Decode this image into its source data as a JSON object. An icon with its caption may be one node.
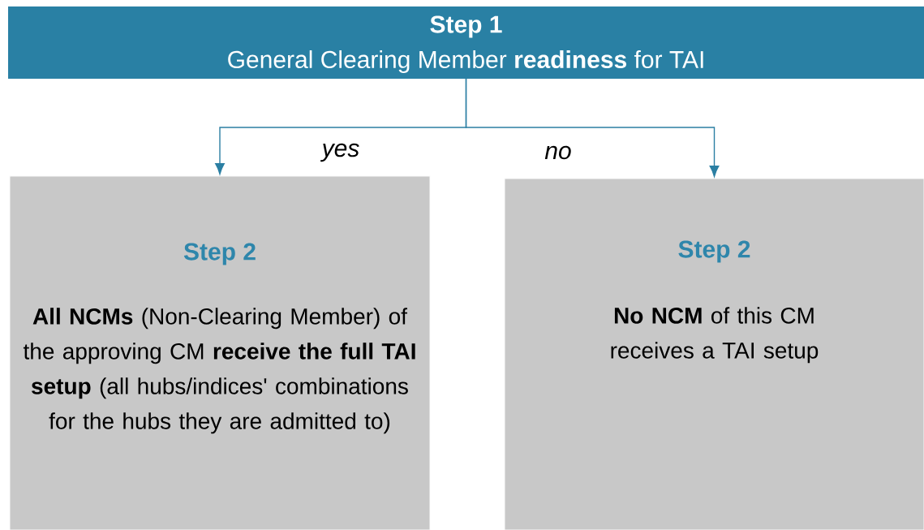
{
  "diagram": {
    "nodes": [
      {
        "text": [
          "Step 1",
          "General Clearing Member **readiness** for TAI"
        ]
      },
      {
        "text": [
          "Step 2",
          "**All NCMs** (Non-Clearing Member) of the approving CM **receive the full TAI setup** (all hubs/indices' combinations for the hubs they are admitted to)"
        ]
      },
      {
        "text": [
          "Step 2",
          "**No NCM** of this CM receives a TAI setup"
        ]
      }
    ],
    "edges": [
      {
        "from": 0,
        "to": 1,
        "arrow": "to",
        "label": "yes"
      },
      {
        "from": 0,
        "to": 2,
        "arrow": "to",
        "label": "no"
      }
    ]
  }
}
